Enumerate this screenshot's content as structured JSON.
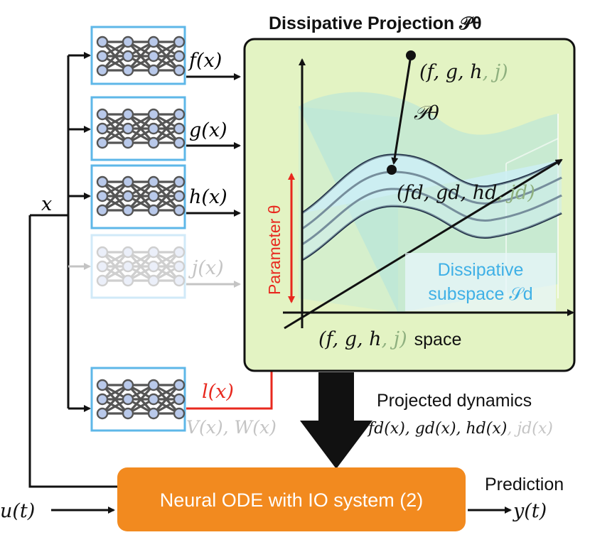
{
  "title": "Dissipative Projection 𝒫θ",
  "input_label": "x",
  "net_outputs": {
    "f": "f(x)",
    "g": "g(x)",
    "h": "h(x)",
    "j": "j(x)",
    "l": "l(x)",
    "vw": "V(x), W(x)"
  },
  "projection_box": {
    "point_original": "(f, g, h",
    "point_original_j": ", j)",
    "projection_label": "𝒫θ",
    "point_projected": "(fd, gd, hd",
    "point_projected_j": ", jd)",
    "axis_param": "Parameter θ",
    "subspace_line1": "Dissipative",
    "subspace_line2": "subspace 𝒮d",
    "space_label_math": "(f, g, h",
    "space_label_j": ", j)",
    "space_label_word": "space"
  },
  "projected_dynamics": {
    "heading": "Projected dynamics",
    "formula": "fd(x), gd(x), hd(x)",
    "formula_j": ", jd(x)"
  },
  "ode_box": {
    "label": "Neural ODE with IO system (2)"
  },
  "input_u": "u(t)",
  "prediction": {
    "heading": "Prediction",
    "output": "y(t)"
  },
  "colors": {
    "net_border": "#5eb7e8",
    "node_fill": "#b9c9ea",
    "projection_fill": "#e3f3c3",
    "surface_fill": "#cdeef4",
    "ode_fill": "#f28a1f",
    "red": "#e8281e",
    "faded": "#c4c4c4"
  }
}
